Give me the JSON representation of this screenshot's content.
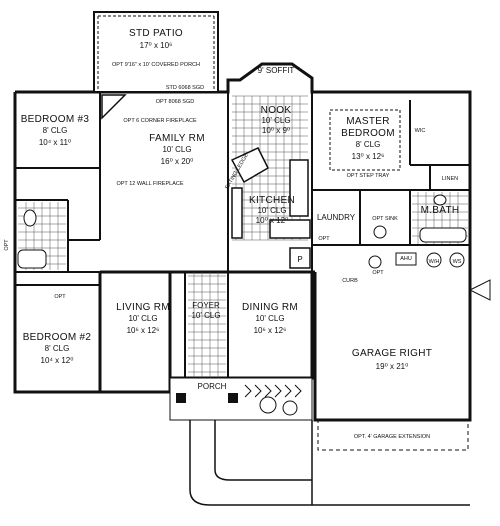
{
  "plan": {
    "rooms": {
      "patio": {
        "name": "STD PATIO",
        "dim": "17⁰ x 10⁶",
        "note": "OPT 9'16\" x 10' COVERED PORCH",
        "door": "STD 6068 SGD"
      },
      "bed3": {
        "name": "BEDROOM #3",
        "clg": "8' CLG",
        "dim": "10⁴ x 11⁰"
      },
      "family": {
        "name": "FAMILY RM",
        "clg": "10' CLG",
        "dim": "16⁰ x 20⁰",
        "opt1": "OPT 8068 SGD",
        "opt2": "OPT 6 CORNER FIREPLACE",
        "opt3": "OPT 12 WALL FIREPLACE"
      },
      "nook": {
        "name": "NOOK",
        "clg": "10' CLG",
        "dim": "10⁰ x 9⁰",
        "soffit": "9' SOFFIT"
      },
      "master": {
        "name": "MASTER",
        "name2": "BEDROOM",
        "clg": "8' CLG",
        "dim": "13⁰ x 12⁶",
        "tray": "OPT STEP TRAY"
      },
      "kitchen": {
        "name": "KITCHEN",
        "clg": "10' CLG",
        "dim": "10⁰ x 12⁰",
        "ledge": "EATING LEDGE"
      },
      "laundry": {
        "name": "LAUNDRY"
      },
      "mbath": {
        "name": "M.BATH"
      },
      "bed2": {
        "name": "BEDROOM #2",
        "clg": "8' CLG",
        "dim": "10⁴ x 12⁰"
      },
      "living": {
        "name": "LIVING RM",
        "clg": "10' CLG",
        "dim": "10⁶ x 12⁶"
      },
      "foyer": {
        "name": "FOYER",
        "clg": "10' CLG"
      },
      "dining": {
        "name": "DINING RM",
        "clg": "10' CLG",
        "dim": "10⁶ x 12⁶"
      },
      "garage": {
        "name": "GARAGE RIGHT",
        "dim": "19⁰ x 21⁰",
        "ext": "OPT. 4' GARAGE EXTENSION"
      },
      "porch": {
        "name": "PORCH"
      }
    },
    "small_labels": {
      "wic": "WIC",
      "linen": "LINEN",
      "opt_sink": "OPT SINK",
      "pantry": "P",
      "curb": "CURB",
      "opt_left": "OPT",
      "opt_laundry": "OPT",
      "opt_wh": "OPT",
      "ahu": "AHU",
      "wh": "W/H",
      "ws": "WS",
      "opt_bed": "OPT"
    }
  }
}
